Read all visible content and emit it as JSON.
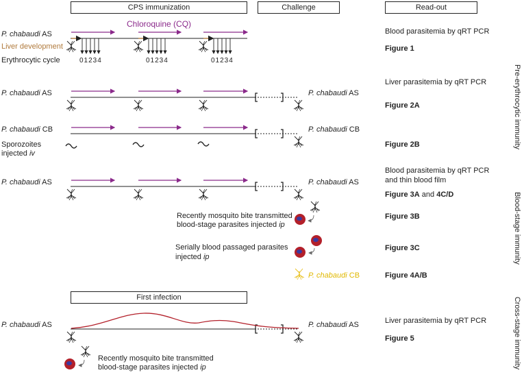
{
  "headers": {
    "cps": "CPS immunization",
    "challenge": "Challenge",
    "readout": "Read-out",
    "first_infection": "First infection"
  },
  "legend": {
    "chloroquine": "Chloroquine (CQ)",
    "liver_development": "Liver development",
    "erythrocytic_cycle": "Erythrocytic cycle",
    "cycle_numbers": "01234"
  },
  "rows": {
    "r1_left": "P. chabaudi AS",
    "r1_readout": "Blood parasitemia by qRT PCR",
    "r1_fig": "Figure 1",
    "r2_left": "P. chabaudi AS",
    "r2_right": "P. chabaudi AS",
    "r2_readout": "Liver parasitemia by qRT PCR",
    "r2_fig": "Figure 2A",
    "r3_left": "P. chabaudi CB",
    "r3_right": "P. chabaudi CB",
    "r3_note_line1": "Sporozoites",
    "r3_note_line2": "injected iv",
    "r3_fig": "Figure 2B",
    "r4_left": "P. chabaudi AS",
    "r4_right": "P. chabaudi AS",
    "r4_readout_line1": "Blood parasitemia by qRT PCR",
    "r4_readout_line2": "and thin blood film",
    "r4_fig_a": "Figure 3A",
    "r4_fig_and": "and",
    "r4_fig_b": "4C/D",
    "r5_line1": "Recently mosquito bite transmitted",
    "r5_line2": "blood-stage parasites injected ip",
    "r5_fig": "Figure 3B",
    "r6_line1": "Serially blood passaged parasites",
    "r6_line2": "injected ip",
    "r6_fig": "Figure 3C",
    "r7_label": "P. chabaudi CB",
    "r7_fig": "Figure 4A/B",
    "r8_left": "P. chabaudi AS",
    "r8_right": "P. chabaudi AS",
    "r8_readout": "Liver parasitemia by qRT PCR",
    "r8_fig": "Figure 5",
    "r9_line1": "Recently mosquito bite transmitted",
    "r9_line2": "blood-stage parasites injected ip"
  },
  "side_labels": {
    "pre": "Pre-erythrocytic immunity",
    "blood": "Blood-stage immunity",
    "cross": "Cross-stage immunity"
  },
  "colors": {
    "purple": "#8b2a8b",
    "liver": "#b07a3c",
    "red": "#b3202a",
    "yellow": "#e8c01c",
    "blue_nucleus": "#3a3aa0"
  },
  "icons": [
    "mosquito-icon",
    "red-blood-cell-icon",
    "tilde-icon",
    "bracket-icon"
  ]
}
